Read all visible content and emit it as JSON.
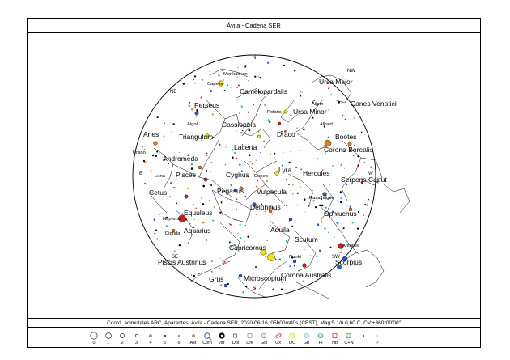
{
  "header": {
    "title": "Ávila - Cadena SER"
  },
  "caption": "Coord. acimutales ARC, Aparentes, Ávila - Cadena SER, 2020-06-16, 05h00m00s (CEST), Mag:5.1/6.0,60.0', CV:+360°00'00\"",
  "directions": {
    "N": "N",
    "NW": "NW",
    "NE": "NE",
    "W": "W",
    "E": "E",
    "SW": "SW",
    "SE": "SE",
    "S": "S"
  },
  "constellations": {
    "ursa_major": "Ursa Major",
    "camelopardalis": "Camelopardalis",
    "canes_venatici": "Canes Venatici",
    "ursa_minor": "Ursa Minor",
    "perseus": "Perseus",
    "cassiopeia": "Cassiopeia",
    "draco": "Draco",
    "bootes": "Bootes",
    "aries": "Aries",
    "triangulum": "Triangulum",
    "corona_borealis": "Corona Borealis",
    "andromeda": "Andromeda",
    "lacerta": "Lacerta",
    "hercules": "Hercules",
    "serpens_caput": "Serpens Caput",
    "pisces": "Pisces",
    "cygnus": "Cygnus",
    "lyra": "Lyra",
    "cetus": "Cetus",
    "pegasus": "Pegasus",
    "vulpecula": "Vulpecula",
    "delphinus": "Delphinus",
    "ophiuchus": "Ophiuchus",
    "equuleus": "Equuleus",
    "aquarius": "Aquarius",
    "aquila": "Aquila",
    "scutum": "Scutum",
    "capricornus": "Capricornus",
    "scorpius": "Scorpius",
    "piscis_austrinus": "Piscis Austrinus",
    "corona_australis": "Corona Australis",
    "microscopium": "Microscopium",
    "grus": "Grus"
  },
  "objects": {
    "menkalinan": "Menkalinan",
    "capella": "Capella",
    "alioth": "Alioth",
    "polaris": "Polaris",
    "alkaid": "Alkaid",
    "algol": "Algol",
    "urano": "Urano",
    "luna": "Luna",
    "deneb": "Deneb",
    "rasalhague": "Rasalhague",
    "neptuno": "Neptuno",
    "diphda": "Diphda",
    "antares": "Antares",
    "nunki": "Nunki"
  },
  "legend": {
    "items": [
      {
        "label": "0",
        "icon": "circle-mag-0-icon"
      },
      {
        "label": "1",
        "icon": "circle-mag-1-icon"
      },
      {
        "label": "2",
        "icon": "circle-mag-2-icon"
      },
      {
        "label": "3",
        "icon": "circle-mag-3-icon"
      },
      {
        "label": "4",
        "icon": "circle-mag-4-icon"
      },
      {
        "label": "5",
        "icon": "circle-mag-5-icon"
      },
      {
        "label": "6",
        "icon": "circle-mag-6-icon"
      },
      {
        "label": "Ast",
        "icon": "asteroid-icon"
      },
      {
        "label": "Com",
        "icon": "comet-icon"
      },
      {
        "label": "Var",
        "icon": "variable-star-icon"
      },
      {
        "label": "Dbl",
        "icon": "double-star-icon"
      },
      {
        "label": "Drk",
        "icon": "dark-nebula-icon"
      },
      {
        "label": "Gcl",
        "icon": "globular-cluster-icon"
      },
      {
        "label": "Gx",
        "icon": "galaxy-icon"
      },
      {
        "label": "OC",
        "icon": "open-cluster-icon"
      },
      {
        "label": "Gb",
        "icon": "globule-icon"
      },
      {
        "label": "Pl",
        "icon": "planetary-nebula-icon"
      },
      {
        "label": "Nb",
        "icon": "nebula-icon"
      },
      {
        "label": "C+N",
        "icon": "cluster-nebula-icon"
      },
      {
        "label": "*",
        "icon": "star-icon"
      },
      {
        "label": "?",
        "icon": "unknown-object-icon"
      }
    ]
  },
  "colors": {
    "star_red": "#d61a1a",
    "star_orange": "#e07a1f",
    "star_yellow": "#f2e600",
    "star_blue": "#1f5fcf",
    "star_cyan": "#2aa6b8",
    "constellation_line": "#000000"
  }
}
